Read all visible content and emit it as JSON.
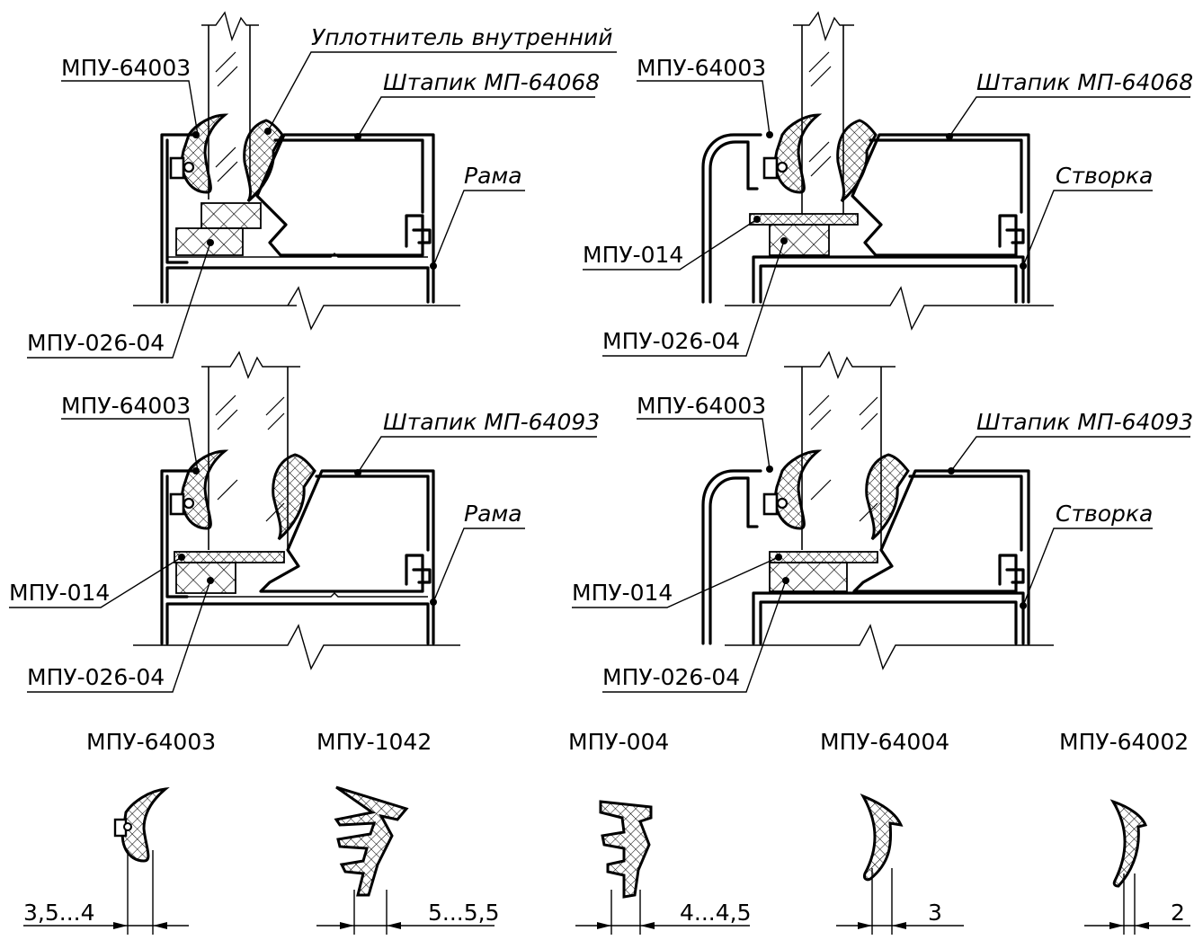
{
  "section_1": {
    "glazing_gasket": "МПУ-64003",
    "inner_seal": "Уплотнитель внутренний",
    "bead": "Штапик МП-64068",
    "profile": "Рама",
    "spacer": "МПУ-026-04"
  },
  "section_2": {
    "glazing_gasket": "МПУ-64003",
    "bead": "Штапик МП-64068",
    "profile": "Створка",
    "pad": "МПУ-014",
    "spacer": "МПУ-026-04"
  },
  "section_3": {
    "glazing_gasket": "МПУ-64003",
    "bead": "Штапик МП-64093",
    "profile": "Рама",
    "pad": "МПУ-014",
    "spacer": "МПУ-026-04"
  },
  "section_4": {
    "glazing_gasket": "МПУ-64003",
    "bead": "Штапик МП-64093",
    "profile": "Створка",
    "pad": "МПУ-014",
    "spacer": "МПУ-026-04"
  },
  "gaskets": [
    {
      "name": "МПУ-64003",
      "gap": "3,5...4"
    },
    {
      "name": "МПУ-1042",
      "gap": "5...5,5"
    },
    {
      "name": "МПУ-004",
      "gap": "4...4,5"
    },
    {
      "name": "МПУ-64004",
      "gap": "3"
    },
    {
      "name": "МПУ-64002",
      "gap": "2"
    }
  ]
}
